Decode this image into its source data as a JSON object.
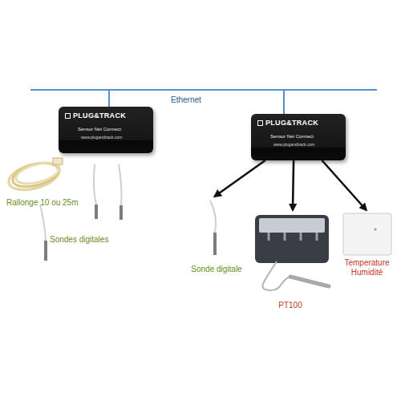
{
  "diagram": {
    "nodes": [
      {
        "text": [
          "PLUG&TRACK",
          "Sensor Net Connect",
          "www.plugandtrack.com"
        ]
      },
      {
        "text": [
          "PLUG&TRACK",
          "Sensor Net Connect",
          "www.plugandtrack.com"
        ]
      },
      {
        "text": [
          "Sonde digitale"
        ]
      },
      {
        "text": [
          "PT100"
        ]
      },
      {
        "text": [
          "Temperature Humidité"
        ]
      }
    ],
    "edges": [
      {
        "from": 1,
        "to": 2,
        "arrow": "to"
      },
      {
        "from": 1,
        "to": 3,
        "arrow": "to"
      },
      {
        "from": 1,
        "to": 4,
        "arrow": "to"
      }
    ],
    "labels": [
      "Ethernet",
      "Rallonge 10 ou 25m",
      "Sondes digitales"
    ]
  }
}
